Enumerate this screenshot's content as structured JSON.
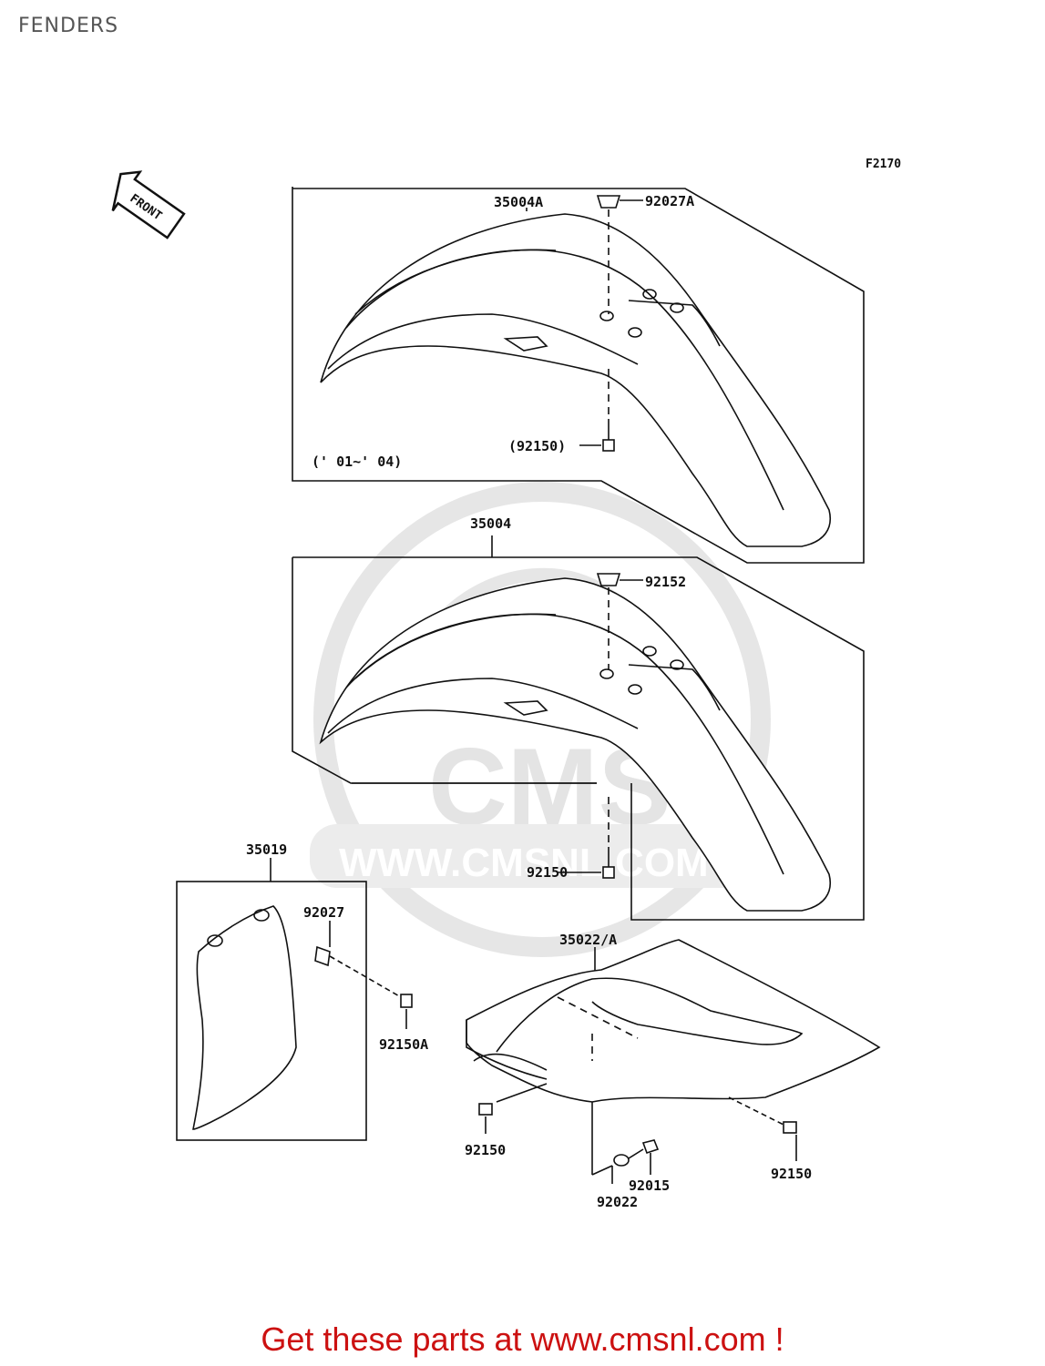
{
  "header": {
    "title": "FENDERS"
  },
  "diagram": {
    "figure_code": "F2170",
    "direction_badge": "FRONT",
    "year_range_note": "(' 01~' 04)",
    "parts": {
      "front_fender_a": "35004A",
      "cap_a": "92027A",
      "bolt_a": "(92150)",
      "front_fender": "35004",
      "cap": "92152",
      "bolt_mid": "92150",
      "guard": "35019",
      "collar": "92027",
      "bolt_guard": "92150A",
      "rear_fender": "35022/A",
      "bolt_rear_left": "92150",
      "nut": "92015",
      "washer": "92022",
      "bolt_rear_right": "92150"
    },
    "watermark": {
      "brand": "CMS",
      "url": "WWW.CMSNL.COM"
    }
  },
  "footer": {
    "cta": "Get these parts at www.cmsnl.com !"
  },
  "colors": {
    "cta": "#cc1111",
    "line": "#111111",
    "watermark": "#e4e4e4"
  }
}
